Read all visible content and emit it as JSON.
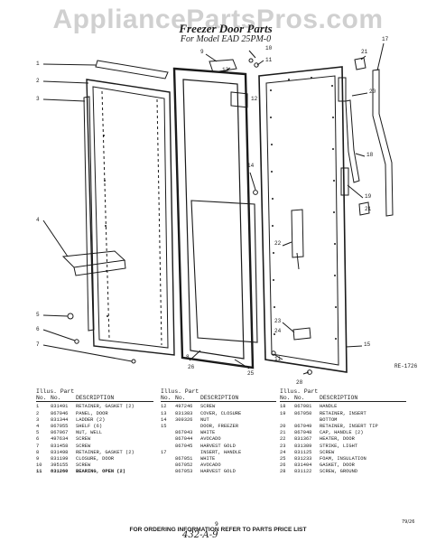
{
  "watermark": "AppliancePartsPros.com",
  "title": "Freezer Door Parts",
  "subtitle": "For Model EAD 25PM-0",
  "diagram_code": "RE-1726",
  "callouts": [
    "1",
    "2",
    "3",
    "4",
    "5",
    "6",
    "7",
    "8",
    "9",
    "10",
    "11",
    "12",
    "13",
    "14",
    "15",
    "16",
    "17",
    "18",
    "19",
    "20",
    "21",
    "22",
    "23",
    "24",
    "25",
    "26",
    "28"
  ],
  "table_header": {
    "illus": "Illus. Part",
    "no": "No.",
    "part_no": "No.",
    "description": "DESCRIPTION"
  },
  "parts_col1": [
    {
      "no": "1",
      "part": "831491",
      "desc": "RETAINER, GASKET (2)"
    },
    {
      "no": "2",
      "part": "867046",
      "desc": "PANEL, DOOR"
    },
    {
      "no": "3",
      "part": "831344",
      "desc": "LADDER (2)"
    },
    {
      "no": "4",
      "part": "867055",
      "desc": "SHELF (6)"
    },
    {
      "no": "5",
      "part": "867067",
      "desc": "NUT, WELL"
    },
    {
      "no": "6",
      "part": "497634",
      "desc": "SCREW"
    },
    {
      "no": "7",
      "part": "831458",
      "desc": "SCREW"
    },
    {
      "no": "8",
      "part": "831498",
      "desc": "RETAINER, GASKET (2)"
    },
    {
      "no": "9",
      "part": "831199",
      "desc": "CLOSURE, DOOR"
    },
    {
      "no": "10",
      "part": "395155",
      "desc": "SCREW"
    },
    {
      "no": "11",
      "part": "831260",
      "desc": "BEARING, OPEN (2)"
    }
  ],
  "parts_col2": [
    {
      "no": "12",
      "part": "497246",
      "desc": "SCREW"
    },
    {
      "no": "13",
      "part": "831383",
      "desc": "COVER, CLOSURE"
    },
    {
      "no": "14",
      "part": "309326",
      "desc": "NUT"
    },
    {
      "no": "15",
      "part": "",
      "desc": "DOOR, FREEZER"
    },
    {
      "no": "",
      "part": "867043",
      "desc": "WHITE"
    },
    {
      "no": "",
      "part": "867044",
      "desc": "AVOCADO"
    },
    {
      "no": "",
      "part": "867045",
      "desc": "HARVEST GOLD"
    },
    {
      "no": "17",
      "part": "",
      "desc": "INSERT, HANDLE"
    },
    {
      "no": "",
      "part": "867051",
      "desc": "WHITE"
    },
    {
      "no": "",
      "part": "867052",
      "desc": "AVOCADO"
    },
    {
      "no": "",
      "part": "867053",
      "desc": "HARVEST GOLD"
    }
  ],
  "parts_col3": [
    {
      "no": "18",
      "part": "867081",
      "desc": "HANDLE"
    },
    {
      "no": "19",
      "part": "867050",
      "desc": "RETAINER, INSERT"
    },
    {
      "no": "",
      "part": "",
      "desc": "BOTTOM"
    },
    {
      "no": "20",
      "part": "867049",
      "desc": "RETAINER, INSERT TIP"
    },
    {
      "no": "21",
      "part": "867048",
      "desc": "CAP, HANDLE (2)"
    },
    {
      "no": "22",
      "part": "831367",
      "desc": "HEATER, DOOR"
    },
    {
      "no": "23",
      "part": "831389",
      "desc": "STRIKE, LIGHT"
    },
    {
      "no": "24",
      "part": "831125",
      "desc": "SCREW"
    },
    {
      "no": "25",
      "part": "831233",
      "desc": "FOAM, INSULATION"
    },
    {
      "no": "26",
      "part": "831404",
      "desc": "GASKET, DOOR"
    },
    {
      "no": "28",
      "part": "831122",
      "desc": "SCREW, GROUND"
    }
  ],
  "footer": "FOR ORDERING INFORMATION REFER TO PARTS PRICE LIST",
  "page_number": "9",
  "handwritten_note": "432-A-9",
  "print_code": "79/26"
}
